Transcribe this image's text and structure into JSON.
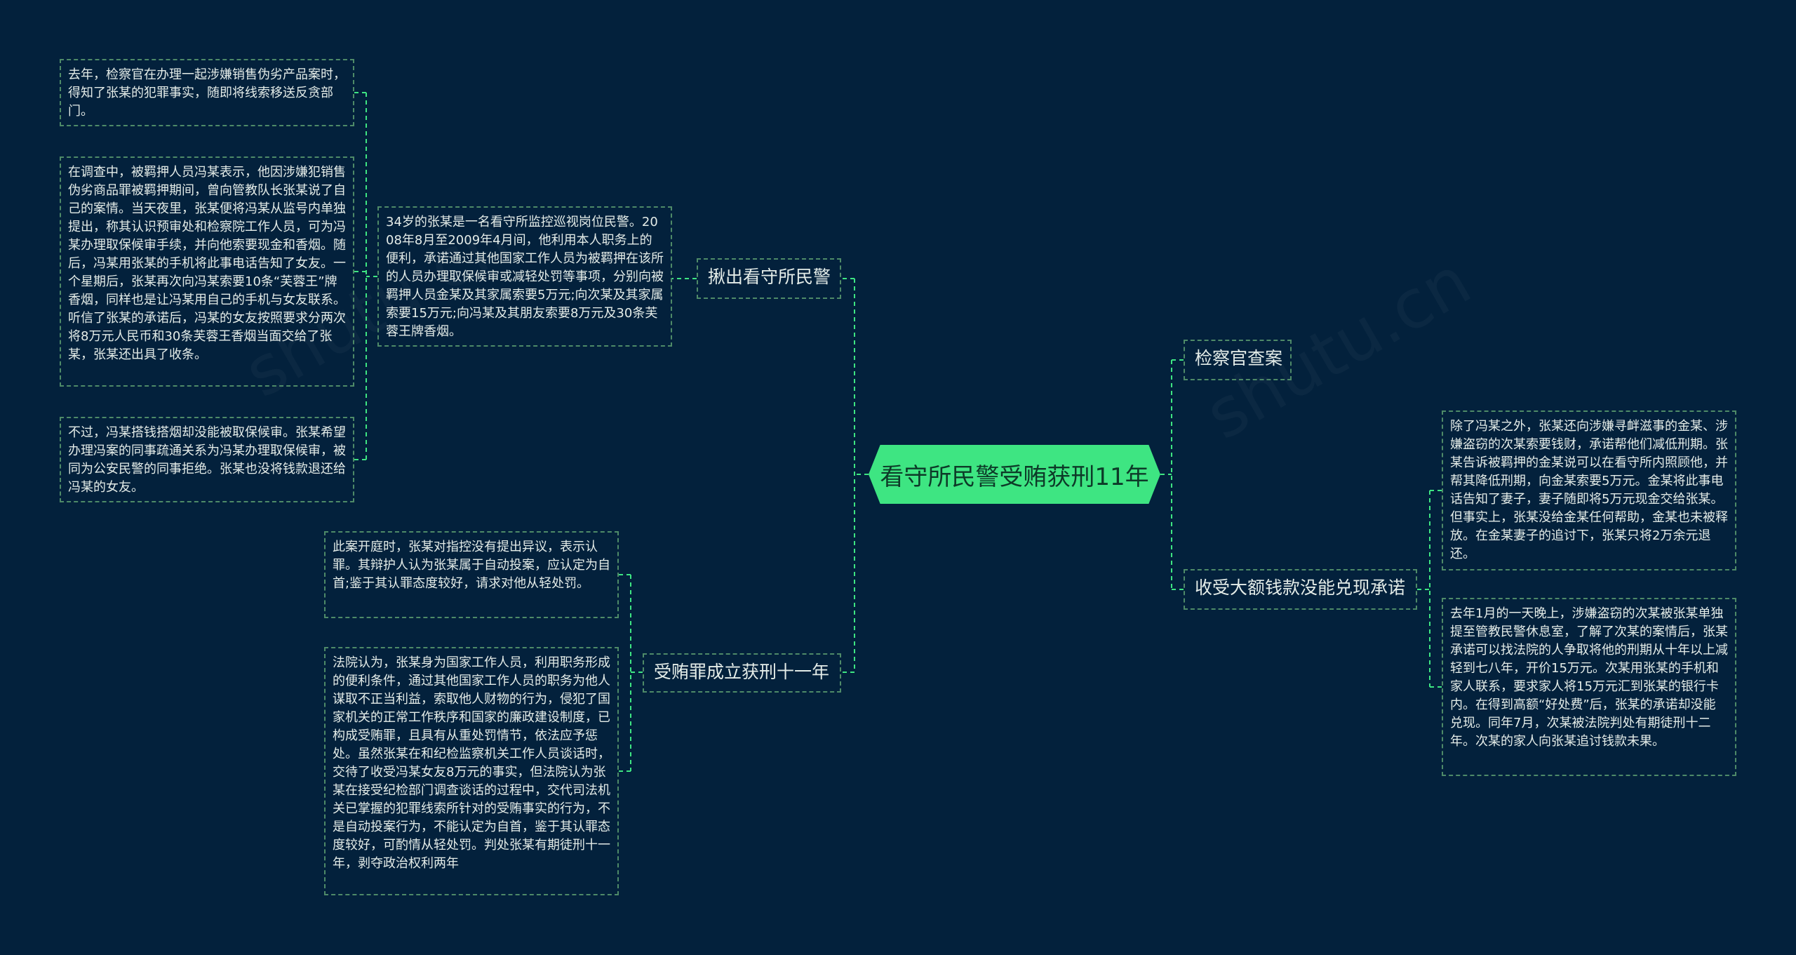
{
  "colors": {
    "background": "#03213c",
    "root_fill": "#3ee582",
    "link": "#3ee582",
    "node_border": "#4e8a68",
    "text": "#e4ece8"
  },
  "root": {
    "label": "看守所民警受贿获刑11年"
  },
  "branches": {
    "expose": {
      "label": "揪出看守所民警"
    },
    "verdict": {
      "label": "受贿罪成立获刑十一年"
    },
    "prosecutor": {
      "label": "检察官查案"
    },
    "promise": {
      "label": "收受大额钱款没能兑现承诺"
    }
  },
  "leaves": {
    "summary": "34岁的张某是一名看守所监控巡视岗位民警。2008年8月至2009年4月间，他利用本人职务上的便利，承诺通过其他国家工作人员为被羁押在该所的人员办理取保候审或减轻处罚等事项，分别向被羁押人员金某及其家属索要5万元;向次某及其家属索要15万元;向冯某及其朋友索要8万元及30条芙蓉王牌香烟。",
    "prosecutor_note": "去年，检察官在办理一起涉嫌销售伪劣产品案时，得知了张某的犯罪事实，随即将线索移送反贪部门。",
    "feng_case": "在调查中，被羁押人员冯某表示，他因涉嫌犯销售伪劣商品罪被羁押期间，曾向管教队长张某说了自己的案情。当天夜里，张某便将冯某从监号内单独提出，称其认识预审处和检察院工作人员，可为冯某办理取保候审手续，并向他索要现金和香烟。随后，冯某用张某的手机将此事电话告知了女友。一个星期后，张某再次向冯某索要10条“芙蓉王”牌香烟，同样也是让冯某用自己的手机与女友联系。听信了张某的承诺后，冯某的女友按照要求分两次将8万元人民币和30条芙蓉王香烟当面交给了张某，张某还出具了收条。",
    "feng_failed": "不过，冯某搭钱搭烟却没能被取保候审。张某希望办理冯案的同事疏通关系为冯某办理取保候审，被同为公安民警的同事拒绝。张某也没将钱款退还给冯某的女友。",
    "court_plea": "此案开庭时，张某对指控没有提出异议，表示认罪。其辩护人认为张某属于自动投案，应认定为自首;鉴于其认罪态度较好，请求对他从轻处罚。",
    "court_ruling": "法院认为，张某身为国家工作人员，利用职务形成的便利条件，通过其他国家工作人员的职务为他人谋取不正当利益，索取他人财物的行为，侵犯了国家机关的正常工作秩序和国家的廉政建设制度，已构成受贿罪，且具有从重处罚情节，依法应予惩处。虽然张某在和纪检监察机关工作人员谈话时，交待了收受冯某女友8万元的事实，但法院认为张某在接受纪检部门调查谈话的过程中，交代司法机关已掌握的犯罪线索所针对的受贿事实的行为，不是自动投案行为，不能认定为自首，鉴于其认罪态度较好，可酌情从轻处罚。判处张某有期徒刑十一年，剥夺政治权利两年",
    "jin_case": "除了冯某之外，张某还向涉嫌寻衅滋事的金某、涉嫌盗窃的次某索要钱财，承诺帮他们减低刑期。张某告诉被羁押的金某说可以在看守所内照顾他，并帮其降低刑期，向金某索要5万元。金某将此事电话告知了妻子，妻子随即将5万元现金交给张某。但事实上，张某没给金某任何帮助，金某也未被释放。在金某妻子的追讨下，张某只将2万余元退还。",
    "ci_case": "去年1月的一天晚上，涉嫌盗窃的次某被张某单独提至管教民警休息室，了解了次某的案情后，张某承诺可以找法院的人争取将他的刑期从十年以上减轻到七八年，开价15万元。次某用张某的手机和家人联系，要求家人将15万元汇到张某的银行卡内。在得到高额“好处费”后，张某的承诺却没能兑现。同年7月，次某被法院判处有期徒刑十二年。次某的家人向张某追讨钱款未果。"
  }
}
